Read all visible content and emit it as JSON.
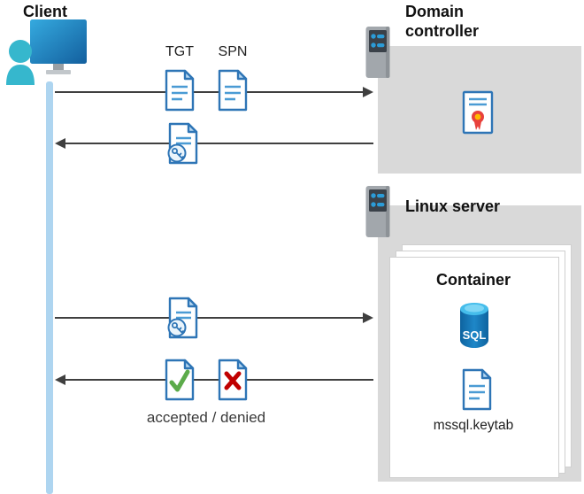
{
  "diagram": {
    "client": {
      "label": "Client"
    },
    "domain_controller": {
      "label": "Domain controller"
    },
    "linux_server": {
      "label": "Linux server"
    },
    "container": {
      "label": "Container"
    },
    "keytab": {
      "label": "mssql.keytab"
    },
    "sql_badge": "SQL",
    "flow_labels": {
      "tgt": "TGT",
      "spn": "SPN",
      "result": "accepted / denied"
    }
  },
  "colors": {
    "document_blue": "#2e75b6",
    "document_line_blue": "#4a9bd4",
    "fold_light_blue": "#b9d9f2",
    "panel_gray": "#d9d9d9",
    "lifeline_blue": "#aed5f0",
    "arrow_dark": "#3f3f3f",
    "accepted_green": "#5cab4a",
    "denied_red": "#c00000",
    "sql_body_blue": "#1173b8",
    "sql_top_blue": "#45bdeb",
    "seal_red": "#e8413c",
    "seal_gold": "#ffb900",
    "person_teal": "#36b7cd",
    "monitor_blue": "#1b86c9",
    "server_gray": "#a2a7ac",
    "server_panel_dark": "#3a4149",
    "server_led_blue": "#2b9cd8"
  }
}
